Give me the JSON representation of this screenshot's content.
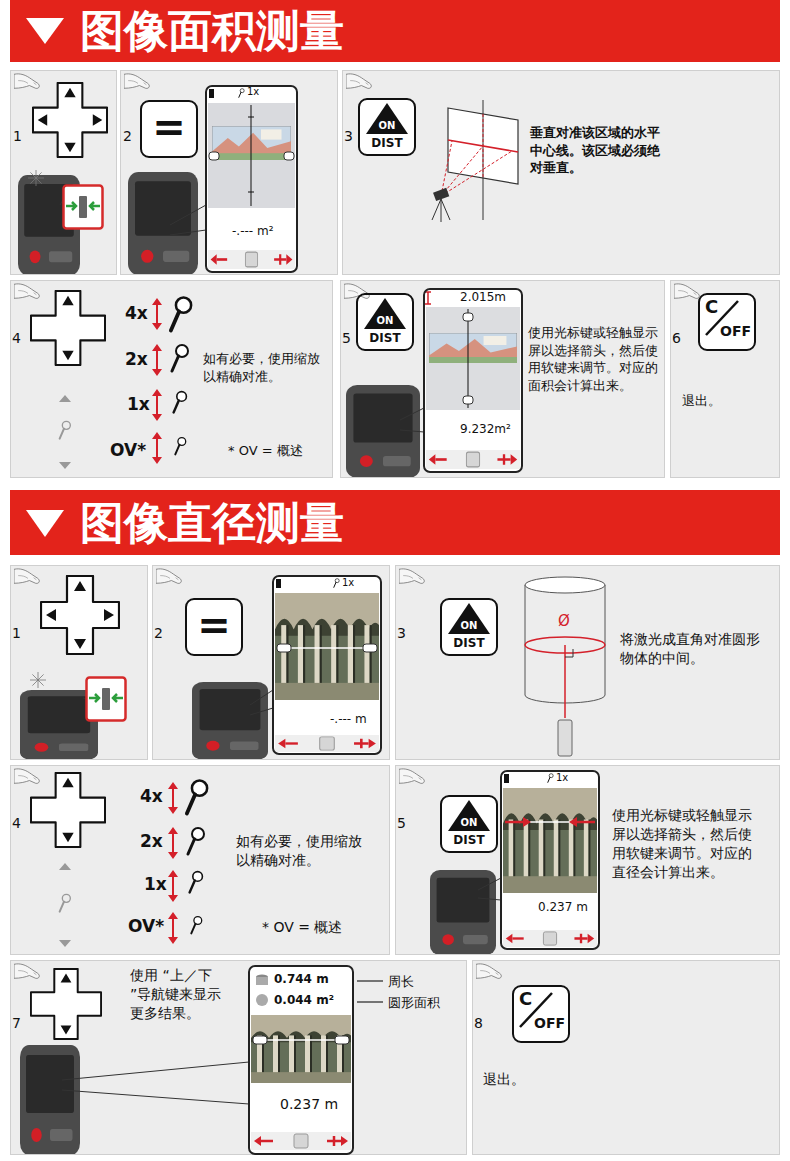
{
  "diagram": {
    "nodes": [
      {
        "text": [
          "图像面积测量"
        ]
      },
      {
        "text": [
          "1"
        ]
      },
      {
        "text": [
          "2"
        ]
      },
      {
        "text": [
          "="
        ],
        "in": 2
      },
      {
        "text": [
          "1x",
          "-.--- m²"
        ],
        "in": 2
      },
      {
        "text": [
          "3",
          "垂直对准该区域的水平 中心线。该区域必须绝 对垂直。"
        ]
      },
      {
        "text": [
          "ON",
          "DIST"
        ],
        "in": 5
      },
      {
        "text": [
          "4",
          "4x",
          "2x",
          "1x",
          "OV*",
          "如有必要，使用缩放 以精确对准。",
          "* OV = 概述"
        ]
      },
      {
        "text": [
          "5",
          "使用光标键或轻触显示 屏以选择箭头，然后使 用软键来调节。对应的 面积会计算出来。"
        ]
      },
      {
        "text": [
          "ON",
          "DIST"
        ],
        "in": 8
      },
      {
        "text": [
          "2.015m",
          "9.232m²"
        ],
        "in": 8
      },
      {
        "text": [
          "6",
          "退出。"
        ]
      },
      {
        "text": [
          "C",
          "OFF"
        ],
        "in": 11
      },
      {
        "text": [
          "图像直径测量"
        ]
      },
      {
        "text": [
          "1"
        ]
      },
      {
        "text": [
          "2"
        ]
      },
      {
        "text": [
          "="
        ],
        "in": 15
      },
      {
        "text": [
          "1x",
          "-.--- m"
        ],
        "in": 15
      },
      {
        "text": [
          "3",
          "将激光成直角对准圆形 物体的中间。"
        ]
      },
      {
        "text": [
          "ON",
          "DIST"
        ],
        "in": 18
      },
      {
        "text": [
          "4",
          "4x",
          "2x",
          "1x",
          "OV*",
          "如有必要，使用缩放 以精确对准。",
          "* OV = 概述"
        ]
      },
      {
        "text": [
          "5",
          "使用光标键或轻触显示 屏以选择箭头，然后使 用软键来调节。对应的 直径会计算出来。"
        ]
      },
      {
        "text": [
          "ON",
          "DIST"
        ],
        "in": 21
      },
      {
        "text": [
          "1x",
          "0.237 m"
        ],
        "in": 21
      },
      {
        "text": [
          "7",
          "使用 “上／下 ”导航键来显示 更多结果。",
          "周长",
          "圆形面积"
        ]
      },
      {
        "text": [
          "0.744 m",
          "0.044 m²",
          "0.237 m"
        ],
        "in": 24
      },
      {
        "text": [
          "8",
          "退出。"
        ]
      },
      {
        "text": [
          "C",
          "OFF"
        ],
        "in": 26
      }
    ],
    "labels": [
      "Ø"
    ]
  }
}
